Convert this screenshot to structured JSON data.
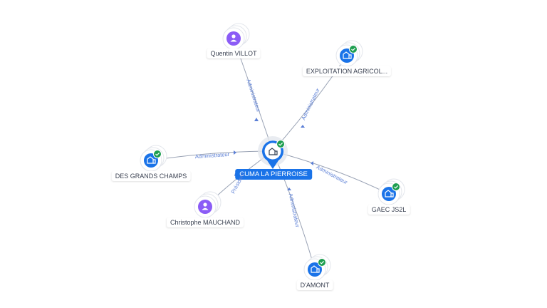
{
  "graph": {
    "center": {
      "label": "CUMA LA PIERROISE",
      "icon": "building-icon",
      "verified": true
    },
    "nodes": [
      {
        "id": "quentin",
        "label": "Quentin VILLOT",
        "type": "person",
        "icon": "person-icon"
      },
      {
        "id": "exploitation",
        "label": "EXPLOITATION AGRICOL...",
        "type": "company",
        "icon": "building-icon",
        "verified": true
      },
      {
        "id": "grands-champs",
        "label": "DES GRANDS CHAMPS",
        "type": "company",
        "icon": "building-icon",
        "verified": true
      },
      {
        "id": "christophe",
        "label": "Christophe MAUCHAND",
        "type": "person",
        "icon": "person-icon"
      },
      {
        "id": "gaec",
        "label": "GAEC JS2L",
        "type": "company",
        "icon": "building-icon",
        "verified": true
      },
      {
        "id": "damont",
        "label": "D'AMONT",
        "type": "company",
        "icon": "building-icon",
        "verified": true
      }
    ],
    "edges": [
      {
        "to": "quentin",
        "label": "Administrateur"
      },
      {
        "to": "exploitation",
        "label": "Administrateur"
      },
      {
        "to": "grands-champs",
        "label": "Administrateur"
      },
      {
        "to": "christophe",
        "label": "Président"
      },
      {
        "to": "gaec",
        "label": "Administrateur"
      },
      {
        "to": "damont",
        "label": "Administrateur"
      }
    ],
    "colors": {
      "company": "#1a73e8",
      "person": "#8b5cf6",
      "verified": "#1e9e50",
      "edge": "#9aa3b5",
      "edge_label": "#5b7fd6"
    }
  }
}
